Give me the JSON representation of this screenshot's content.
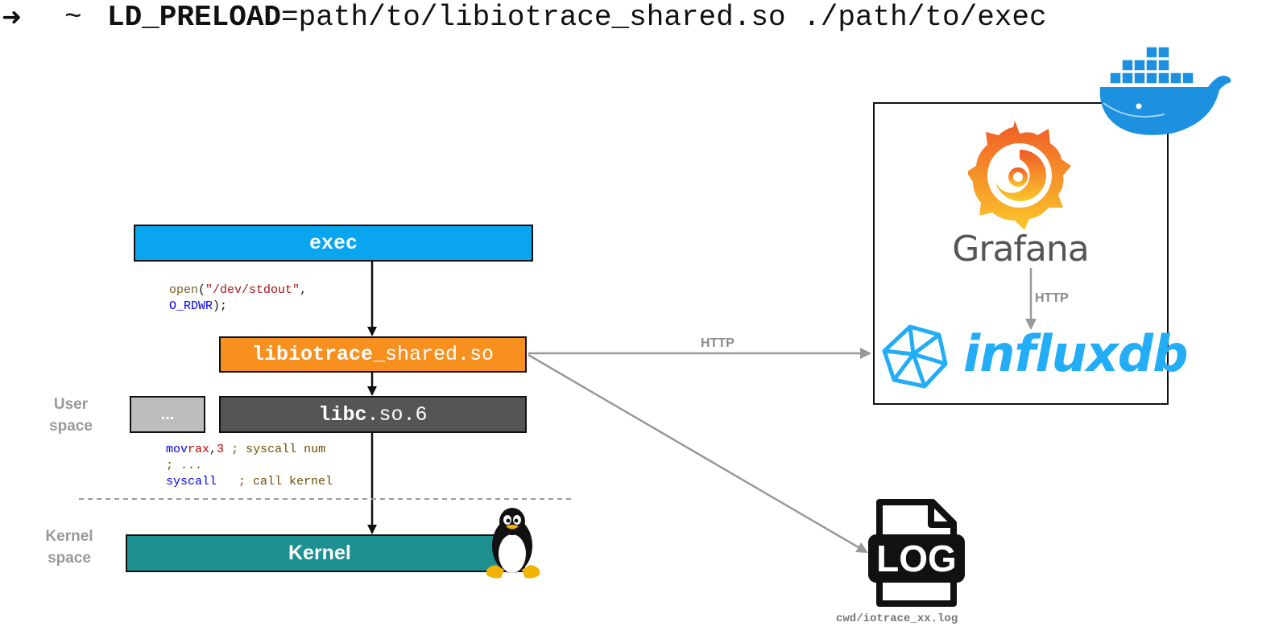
{
  "command": {
    "arrow": "➜",
    "tilde": "~",
    "env_var": "LD_PRELOAD",
    "rest": "=path/to/libiotrace_shared.so ./path/to/exec"
  },
  "boxes": {
    "exec": "exec",
    "libiotrace_bold": "libiotrace",
    "libiotrace_rest": "_shared.so",
    "dots": "...",
    "libc_bold": "libc",
    "libc_rest": ".so.6",
    "kernel": "Kernel"
  },
  "code": {
    "open_fn": "open",
    "open_arg": "\"/dev/stdout\"",
    "open_flag": "O_RDWR",
    "asm_mov": "mov",
    "asm_reg": "rax",
    "asm_num": "3",
    "asm_comment1": "; syscall num",
    "asm_comment2": "; ...",
    "asm_syscall": "syscall",
    "asm_comment3": "; call kernel"
  },
  "labels": {
    "user_space": "User space",
    "kernel_space": "Kernel space",
    "http_main": "HTTP",
    "http_inner": "HTTP",
    "grafana": "Grafana",
    "influxdb": "influxdb",
    "log_badge": "LOG",
    "log_path": "cwd/iotrace_xx.log"
  },
  "icons": [
    "docker-icon",
    "grafana-icon",
    "influxdb-icon",
    "tux-icon",
    "log-file-icon"
  ],
  "colors": {
    "exec": "#0aa5ef",
    "libiotrace": "#f7901e",
    "libc": "#555555",
    "kernel": "#1e9090",
    "dots": "#bdbdbd",
    "influx": "#22adf6",
    "docker": "#1d91e0"
  }
}
